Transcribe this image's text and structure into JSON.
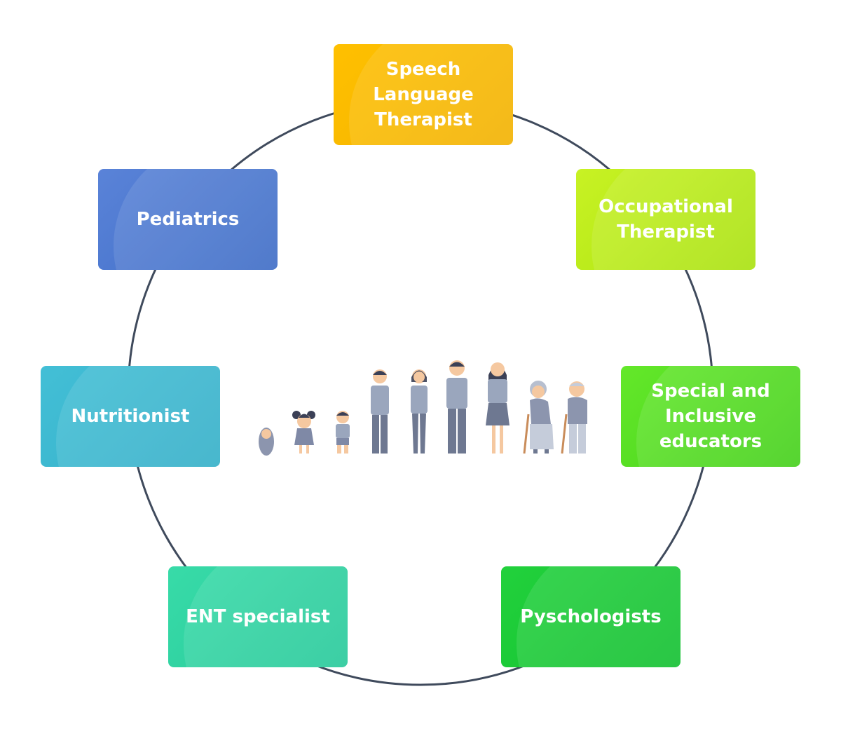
{
  "nodes": [
    {
      "id": "speech",
      "label": "Speech\nLanguage\nTherapist",
      "color_a": "#FFC000",
      "color_b": "#F2B200"
    },
    {
      "id": "occupational",
      "label": "Occupational\nTherapist",
      "color_a": "#C8F224",
      "color_b": "#A9E20E"
    },
    {
      "id": "special",
      "label": "Special and\nInclusive\neducators",
      "color_a": "#64E82A",
      "color_b": "#44D01A"
    },
    {
      "id": "psych",
      "label": "Pyschologists",
      "color_a": "#22D13C",
      "color_b": "#12C030"
    },
    {
      "id": "ent",
      "label": "ENT specialist",
      "color_a": "#38DBA8",
      "color_b": "#27C99A"
    },
    {
      "id": "nutrition",
      "label": "Nutritionist",
      "color_a": "#43BFD6",
      "color_b": "#34AFC8"
    },
    {
      "id": "pediatrics",
      "label": "Pediatrics",
      "color_a": "#5A83D8",
      "color_b": "#3D6CC6"
    }
  ],
  "colors": {
    "ring": "#3F4A5C",
    "figure_body": "#9AA6BD",
    "figure_legs": "#6E7891",
    "skin": "#F5C8A0",
    "hair_dark": "#3B4056"
  }
}
